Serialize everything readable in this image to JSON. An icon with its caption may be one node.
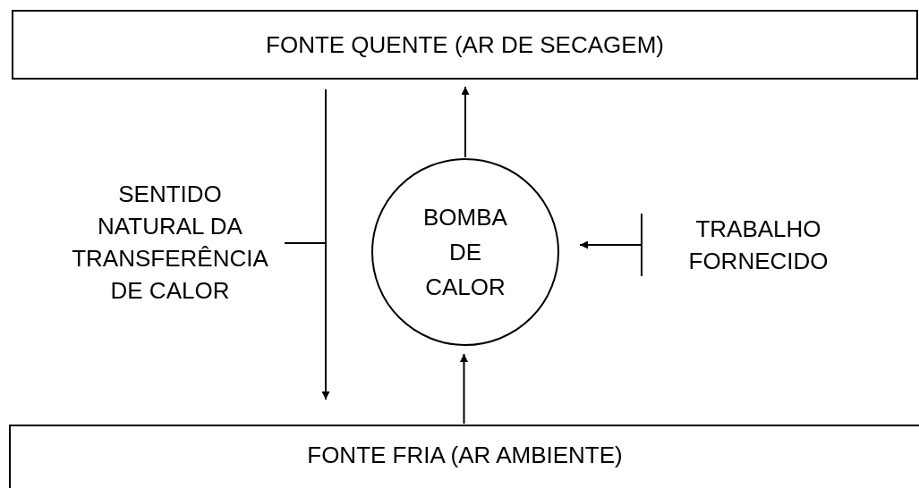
{
  "diagram": {
    "nodes": [
      {
        "text": [
          "FONTE QUENTE (AR DE SECAGEM)"
        ]
      },
      {
        "text": [
          "SENTIDO NATURAL DA TRANSFERÊNCIA DE CALOR"
        ]
      },
      {
        "text": [
          "BOMBA DE CALOR"
        ]
      },
      {
        "text": [
          "TRABALHO FORNECIDO"
        ]
      },
      {
        "text": [
          "FONTE FRIA (AR AMBIENTE)"
        ]
      }
    ],
    "edges": [
      {
        "from": 0,
        "to": 4,
        "arrow": "to"
      },
      {
        "from": 1,
        "to": null,
        "arrow": "none"
      },
      {
        "from": 2,
        "to": 0,
        "arrow": "to"
      },
      {
        "from": 4,
        "to": 2,
        "arrow": "to"
      },
      {
        "from": 3,
        "to": 2,
        "arrow": "to"
      }
    ]
  }
}
